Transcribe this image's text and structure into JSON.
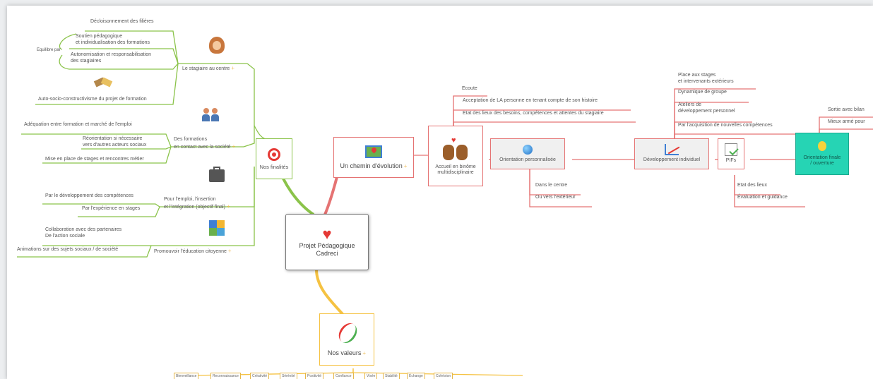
{
  "central": {
    "title": "Projet Pédagogique\nCadreci"
  },
  "finalites": {
    "label": "Nos finalités",
    "stagiaire": {
      "label": "Le stagiaire au centre",
      "leaves": [
        "Décloisonnement des filières",
        "Soutien pédagogique\net individualisation des formations",
        "Autonomisation et responsabilisation\ndes stagiaires",
        "Auto-socio-constructivisme du projet de formation"
      ],
      "equilibre": "Equilibre par"
    },
    "formations": {
      "label": "Des formations\nen contact avec la société",
      "leaves": [
        "Adéquation entre formation et marché de l'emploi",
        "Réorientation si nécessaire\nvers d'autres acteurs sociaux",
        "Mise en place de stages et rencontres métier"
      ]
    },
    "emploi": {
      "label": "Pour l'emploi, l'insertion\net l'intégration (objectif final)",
      "leaves": [
        "Par le développement des compétences",
        "Par l'expérience en stages"
      ]
    },
    "education": {
      "label": "Promouvoir l'éducation citoyenne",
      "leaves": [
        "Collaboration avec des partenaires\nDe l'action sociale",
        "Animations sur des sujets sociaux / de société"
      ]
    }
  },
  "chemin": {
    "label": "Un chemin d'évolution",
    "accueil": {
      "label": "Accueil en binôme\nmultidisciplinaire",
      "leaves": [
        "Ecoute",
        "Acceptation de LA personne en tenant compte de son histoire",
        "Etat des lieux des besoins, compétences et attentes du stagiaire"
      ]
    },
    "orientation": {
      "label": "Orientation personnalisée",
      "leaves": [
        "Dans le centre",
        "Ou vers l'extérieur"
      ]
    },
    "developpement": {
      "label": "Développement individuel",
      "leaves": [
        "Place aux stages\net intervenants extérieurs",
        "Dynamique de groupe",
        "Ateliers de\ndéveloppement personnel",
        "Par l'acquisition de nouvelles compétences"
      ]
    },
    "pifs": {
      "label": "PIFs",
      "leaves": [
        "Etat des lieux",
        "Évaluation et guidance"
      ]
    },
    "finale": {
      "label": "Orientation finale\n/ ouverture",
      "leaves": [
        "Sortie avec bilan",
        "Mieux armé pour"
      ]
    }
  },
  "valeurs": {
    "label": "Nos valeurs",
    "tags": [
      "Bienveillance",
      "Reconnaissance",
      "Créativité",
      "Sérénité",
      "Positivité",
      "Confiance",
      "Visée",
      "Stabilité",
      "Échange",
      "Cohésion"
    ]
  },
  "colors": {
    "green": "#8bc34a",
    "red": "#e57373",
    "yellow": "#f5c242",
    "teal": "#26d4b4"
  },
  "icons": [
    "heart-icon",
    "target-icon",
    "woman-icon",
    "handshake-icon",
    "people-icon",
    "briefcase-icon",
    "puzzle-icon",
    "map-icon",
    "teddy-bears-icon",
    "globe-icon",
    "growth-chart-icon",
    "checklist-icon",
    "fruit-icon",
    "dna-icon"
  ]
}
